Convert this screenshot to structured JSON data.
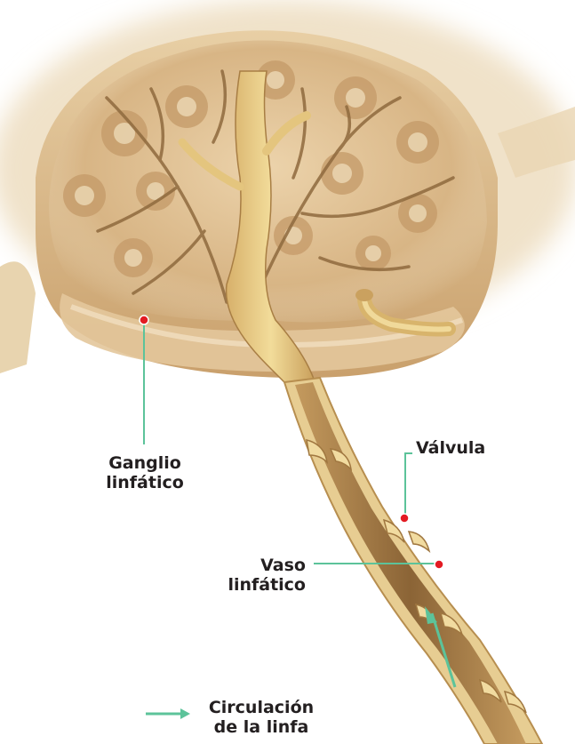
{
  "labels": {
    "ganglio": [
      "Ganglio",
      "linfático"
    ],
    "valvula": "Válvula",
    "vaso": [
      "Vaso",
      "linfático"
    ]
  },
  "legend": {
    "text": [
      "Circulación",
      "de la linfa"
    ]
  },
  "colors": {
    "tissue": "#ddb98a",
    "tissue_dark": "#b38a56",
    "vessel": "#e2c27a",
    "leader_line": "#5cc39a",
    "marker": "#e31b23",
    "arrow": "#5cc39a"
  }
}
